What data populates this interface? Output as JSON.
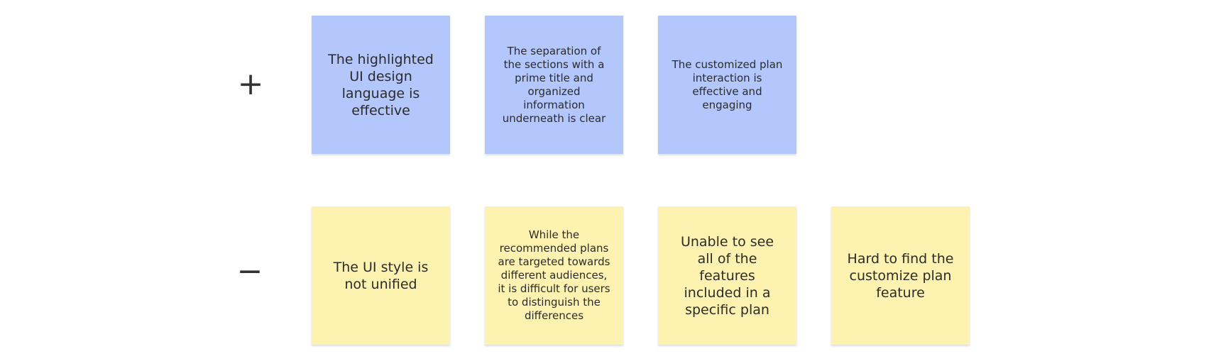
{
  "rows": {
    "positive": {
      "sign": "+",
      "notes": [
        {
          "text": "The highlighted UI design language is effective",
          "color": "#b3c7fc"
        },
        {
          "text": "The separation of the sections with a prime title and organized information underneath is clear",
          "color": "#b3c7fc"
        },
        {
          "text": "The customized plan interaction is effective and engaging",
          "color": "#b3c7fc"
        }
      ]
    },
    "negative": {
      "sign": "−",
      "notes": [
        {
          "text": "The UI style is not unified",
          "color": "#fdf2b0"
        },
        {
          "text": "While the recommended plans are targeted towards different audiences, it is difficult for users to distinguish the differences",
          "color": "#fdf2b0"
        },
        {
          "text": "Unable to see all of the features included in a specific plan",
          "color": "#fdf2b0"
        },
        {
          "text": "Hard to find the customize plan feature",
          "color": "#fdf2b0"
        }
      ]
    }
  }
}
